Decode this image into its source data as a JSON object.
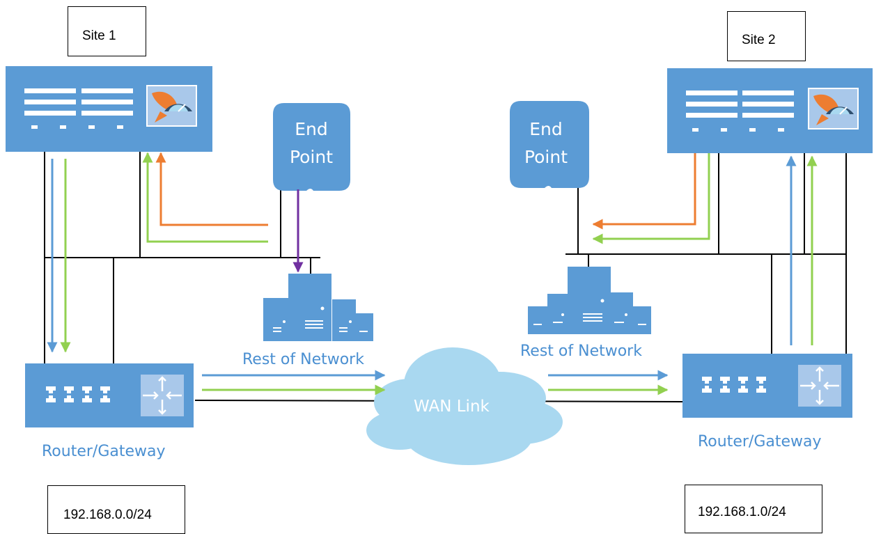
{
  "site1": {
    "label": "Site 1",
    "endpoint_label": "End Point",
    "network_label": "Rest of Network",
    "router_label": "Router/Gateway",
    "subnet": "192.168.0.0/24"
  },
  "site2": {
    "label": "Site 2",
    "endpoint_label": "End Point",
    "network_label": "Rest of Network",
    "router_label": "Router/Gateway",
    "subnet": "192.168.1.0/24"
  },
  "wan": {
    "label": "WAN Link"
  },
  "colors": {
    "device_blue": "#5b9bd5",
    "panel_light": "#a9c8ea",
    "cloud": "#a9d8f0",
    "arrow_blue": "#5b9bd5",
    "arrow_green": "#92d050",
    "arrow_orange": "#ed7d31",
    "arrow_purple": "#7030a0",
    "wire": "#000000"
  }
}
